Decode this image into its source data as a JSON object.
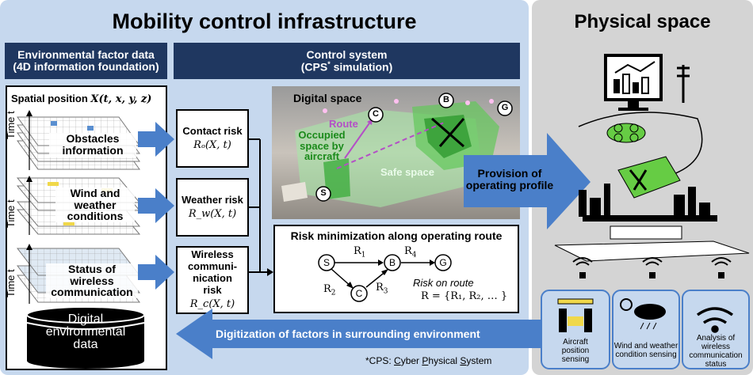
{
  "mobility": {
    "title": "Mobility control infrastructure",
    "env_header": {
      "line1": "Environmental factor data",
      "line2": "(4D information foundation)"
    },
    "control_header": {
      "line1": "Control system",
      "line2a": "(CPS",
      "line2_sup": "*",
      "line2b": " simulation)"
    },
    "spatial_position": {
      "prefix": "Spatial position",
      "formula": "X(t, x, y, z)"
    },
    "time_axis_label": "Time t",
    "layers": [
      {
        "line1": "Obstacles",
        "line2": "information"
      },
      {
        "line1": "Wind and",
        "line2": "weather",
        "line3": "conditions"
      },
      {
        "line1": "Status of",
        "line2": "wireless",
        "line3": "communication"
      }
    ],
    "database": {
      "line1": "Digital",
      "line2": "environmental",
      "line3": "data"
    },
    "risks": [
      {
        "line1": "Contact risk",
        "formula": "Rₒ(X, t)"
      },
      {
        "line1": "Weather risk",
        "formula": "R_w(X, t)"
      },
      {
        "line1": "Wireless",
        "line2": "communi-",
        "line3": "nication",
        "line4": "risk",
        "formula": "R_c(X, t)"
      }
    ],
    "digital_space": {
      "title": "Digital space",
      "route_label": "Route",
      "occupied_line1": "Occupied",
      "occupied_line2": "space by",
      "occupied_line3": "aircraft",
      "safe_space": "Safe space",
      "nodes": {
        "start": "S",
        "c": "C",
        "b": "B",
        "goal": "G"
      }
    },
    "risk_minimization": {
      "title": "Risk minimization along operating route",
      "nodes": {
        "s": "S",
        "b": "B",
        "g": "G",
        "c": "C"
      },
      "edge_labels": {
        "r1": "R",
        "r1_sub": "1",
        "r2": "R",
        "r2_sub": "2",
        "r3": "R",
        "r3_sub": "3",
        "r4": "R",
        "r4_sub": "4"
      },
      "risk_on_route": "Risk on route",
      "risk_set": "R = {R₁, R₂, … }"
    },
    "provision_arrow": {
      "line1": "Provision of",
      "line2": "operating profile"
    },
    "digitization_arrow": "Digitization of factors in surrounding environment",
    "footnote": {
      "prefix": "*CPS: ",
      "c": "C",
      "yber": "yber ",
      "p": "P",
      "hysical": "hysical ",
      "s": "S",
      "ystem": "ystem"
    }
  },
  "physical": {
    "title": "Physical space",
    "sensors": [
      {
        "line1": "Aircraft",
        "line2": "position",
        "line3": "sensing"
      },
      {
        "line1": "Wind and weather",
        "line2": "condition sensing"
      },
      {
        "line1": "Analysis of",
        "line2": "wireless",
        "line3": "communication",
        "line4": "status"
      }
    ]
  },
  "colors": {
    "mobility_bg": "#c6d8ee",
    "physical_bg": "#d4d4d4",
    "header_navy": "#1f3760",
    "arrow_blue": "#4a7fc9",
    "route_purple": "#b44fc6",
    "safe_green": "#a6e8a6",
    "drone_green": "#66cc44"
  }
}
